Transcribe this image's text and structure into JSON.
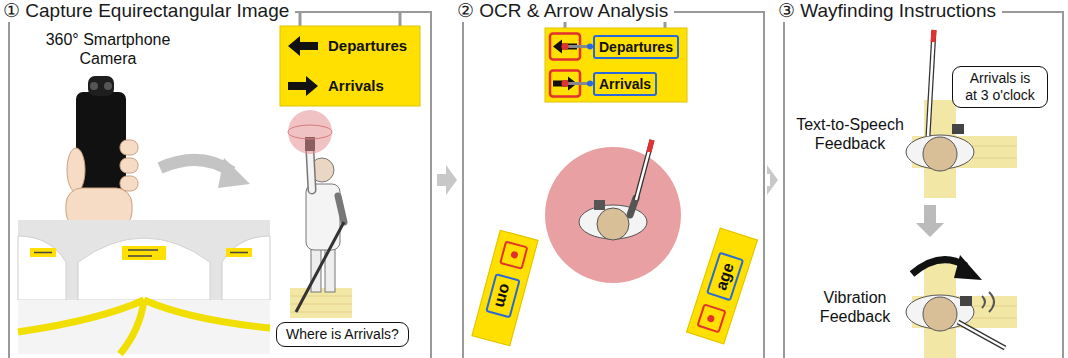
{
  "diagram": {
    "nodes": [
      {
        "text": [
          "① Capture Equirectangular Image"
        ]
      },
      {
        "text": [
          "Departures",
          "Arrivals"
        ],
        "in": 0
      },
      {
        "text": [
          "Where is Arrivals?"
        ],
        "in": 0
      },
      {
        "text": [
          "② OCR & Arrow Analysis"
        ]
      },
      {
        "text": [
          "Departures",
          "Arrivals"
        ],
        "in": 3
      },
      {
        "text": [
          "om"
        ],
        "in": 3
      },
      {
        "text": [
          "age"
        ],
        "in": 3
      },
      {
        "text": [
          "③ Wayfinding Instructions"
        ]
      },
      {
        "text": [
          "Arrivals is at 3 o'clock"
        ],
        "in": 7
      }
    ],
    "edges": [
      {
        "from": 0,
        "to": 3,
        "arrow": "to"
      },
      {
        "from": 3,
        "to": 7,
        "arrow": "to"
      }
    ],
    "labels": [
      "360° Smartphone Camera",
      "Text-to-Speech Feedback",
      "Vibration Feedback"
    ]
  }
}
